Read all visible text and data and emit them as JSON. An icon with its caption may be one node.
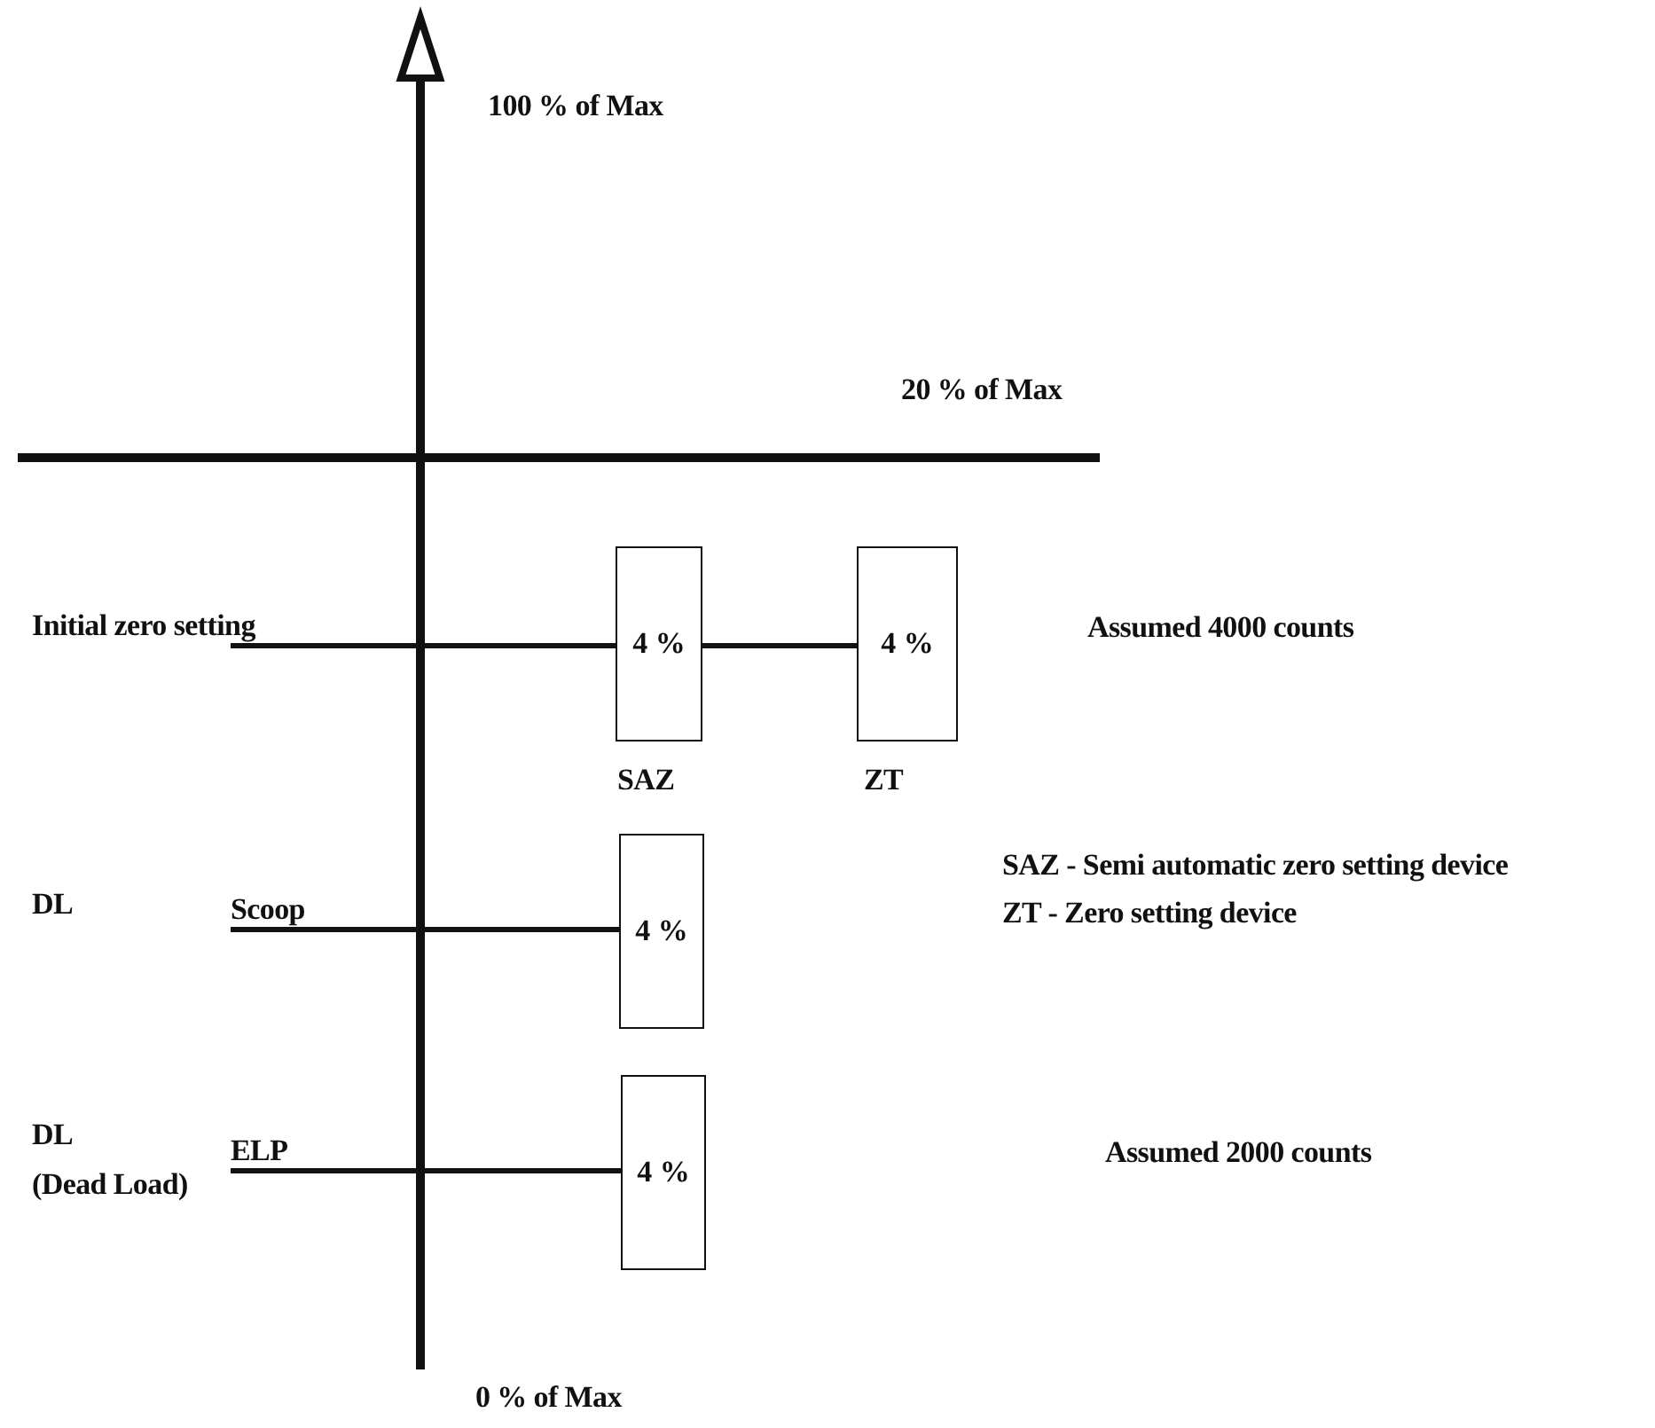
{
  "diagram": {
    "nodes": [
      {
        "text": [
          "Initial zero setting"
        ]
      },
      {
        "text": [
          "4 %"
        ],
        "beside": [
          "SAZ"
        ]
      },
      {
        "text": [
          "4 %"
        ],
        "beside": [
          "ZT"
        ]
      },
      {
        "text": [
          "Scoop"
        ]
      },
      {
        "text": [
          "4 %"
        ]
      },
      {
        "text": [
          "ELP"
        ]
      },
      {
        "text": [
          "4 %"
        ]
      }
    ],
    "edges": [
      {
        "from": 0,
        "to": 1,
        "arrow": "none"
      },
      {
        "from": 1,
        "to": 2,
        "arrow": "none"
      },
      {
        "from": 3,
        "to": 4,
        "arrow": "none"
      },
      {
        "from": 5,
        "to": 6,
        "arrow": "none"
      }
    ],
    "labels": [
      "100 % of Max",
      "20 % of Max",
      "Assumed 4000 counts",
      "DL",
      "SAZ - Semi automatic zero setting device",
      "ZT - Zero setting device",
      "DL",
      "(Dead Load)",
      "Assumed 2000 counts",
      "0 % of Max"
    ]
  }
}
